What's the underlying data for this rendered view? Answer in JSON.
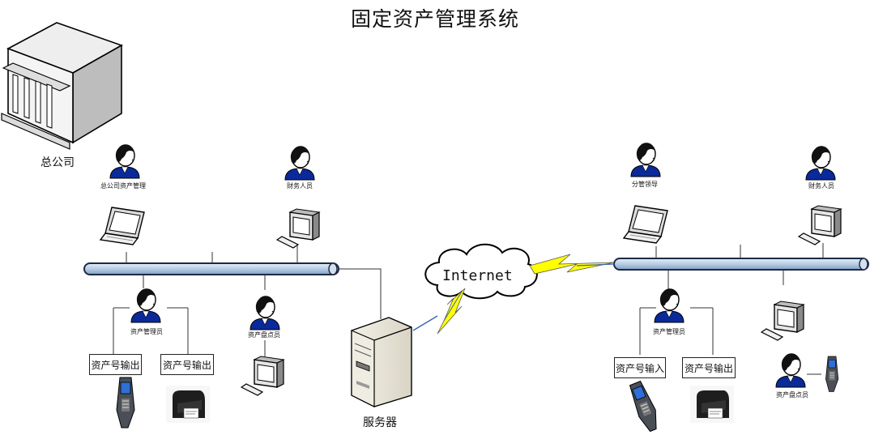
{
  "title": "固定资产管理系统",
  "headquarters": {
    "name": "总公司",
    "roles": {
      "asset_manager": "总公司资产管理",
      "finance": "财务人员",
      "admin": "资产管理员",
      "inventory": "资产盘点员"
    },
    "boxes": {
      "left": "资产号输出",
      "right": "资产号输出"
    }
  },
  "network": {
    "cloud": "Internet",
    "server": "服务器"
  },
  "branch": {
    "roles": {
      "leader": "分管领导",
      "finance": "财务人员",
      "admin": "资产管理员",
      "inventory": "资产盘点员"
    },
    "boxes": {
      "left": "资产号输入",
      "right": "资产号输出"
    }
  },
  "colors": {
    "bus_fill": "#b7cde4",
    "bus_stroke": "#1e2a44",
    "lightning": "#ffff00",
    "person_shirt": "#0a2a9a",
    "hair": "#111111"
  }
}
